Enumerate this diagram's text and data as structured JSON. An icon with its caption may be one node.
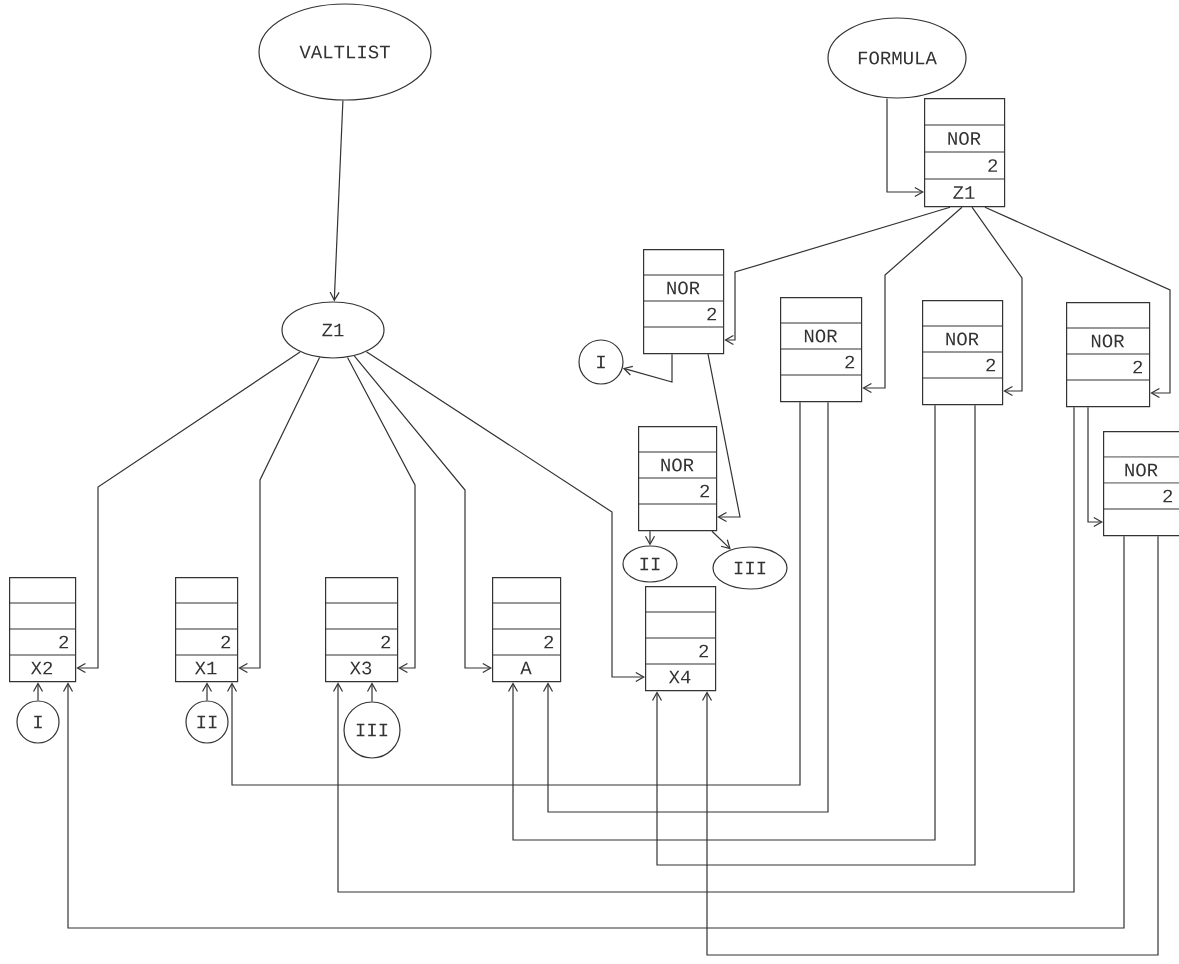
{
  "diagram": {
    "nodes": [
      {
        "text": [
          "VALTLIST"
        ]
      },
      {
        "text": [
          "FORMULA"
        ]
      },
      {
        "text": [
          "NOR",
          "2",
          "Z1"
        ]
      },
      {
        "text": [
          "NOR",
          "2"
        ]
      },
      {
        "text": [
          "Z1"
        ]
      },
      {
        "text": [
          "NOR",
          "2"
        ]
      },
      {
        "text": [
          "NOR",
          "2"
        ]
      },
      {
        "text": [
          "NOR",
          "2"
        ]
      },
      {
        "text": [
          "I"
        ]
      },
      {
        "text": [
          "NOR",
          "2"
        ]
      },
      {
        "text": [
          "NOR",
          "2"
        ]
      },
      {
        "text": [
          "II"
        ]
      },
      {
        "text": [
          "III"
        ]
      },
      {
        "text": [
          "2",
          "X2"
        ]
      },
      {
        "text": [
          "2",
          "X1"
        ]
      },
      {
        "text": [
          "2",
          "X3"
        ]
      },
      {
        "text": [
          "2",
          "A"
        ]
      },
      {
        "text": [
          "2",
          "X4"
        ]
      },
      {
        "text": [
          "I"
        ]
      },
      {
        "text": [
          "II"
        ]
      },
      {
        "text": [
          "III"
        ]
      }
    ],
    "edges": [
      {
        "from": 0,
        "to": 4,
        "arrow": "to"
      },
      {
        "from": 1,
        "to": 2,
        "arrow": "to"
      },
      {
        "from": 2,
        "to": 3,
        "arrow": "to"
      },
      {
        "from": 2,
        "to": 5,
        "arrow": "to"
      },
      {
        "from": 2,
        "to": 6,
        "arrow": "to"
      },
      {
        "from": 2,
        "to": 7,
        "arrow": "to"
      },
      {
        "from": 4,
        "to": 13,
        "arrow": "to"
      },
      {
        "from": 4,
        "to": 14,
        "arrow": "to"
      },
      {
        "from": 4,
        "to": 15,
        "arrow": "to"
      },
      {
        "from": 4,
        "to": 16,
        "arrow": "to"
      },
      {
        "from": 4,
        "to": 17,
        "arrow": "to"
      },
      {
        "from": 3,
        "to": 8,
        "arrow": "to"
      },
      {
        "from": 3,
        "to": 9,
        "arrow": "to"
      },
      {
        "from": 9,
        "to": 11,
        "arrow": "to"
      },
      {
        "from": 9,
        "to": 12,
        "arrow": "to"
      },
      {
        "from": 18,
        "to": 13,
        "arrow": "to"
      },
      {
        "from": 19,
        "to": 14,
        "arrow": "to"
      },
      {
        "from": 20,
        "to": 15,
        "arrow": "to"
      },
      {
        "from": 5,
        "to": 14,
        "arrow": "to"
      },
      {
        "from": 5,
        "to": 16,
        "arrow": "to"
      },
      {
        "from": 6,
        "to": 16,
        "arrow": "to"
      },
      {
        "from": 6,
        "to": 17,
        "arrow": "to"
      },
      {
        "from": 7,
        "to": 10,
        "arrow": "to"
      },
      {
        "from": 7,
        "to": 15,
        "arrow": "to"
      },
      {
        "from": 10,
        "to": 13,
        "arrow": "to"
      },
      {
        "from": 10,
        "to": 17,
        "arrow": "to"
      }
    ]
  }
}
